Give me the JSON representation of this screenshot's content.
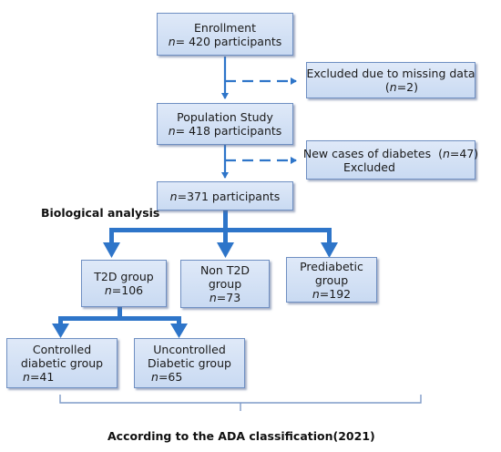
{
  "boxes": {
    "enrollment": {
      "line1": "Enrollment",
      "n": "n",
      "line2_rest": "= 420 participants"
    },
    "excluded_missing": {
      "line1": "Excluded due to missing data",
      "paren_open": "(",
      "n": "n",
      "paren_rest": "=2)"
    },
    "population": {
      "line1": "Population Study",
      "n": "n",
      "line2_rest": "= 418 participants"
    },
    "new_cases": {
      "line1_text": "New cases of diabetes  (",
      "n": "n",
      "line1_rest": "=47)",
      "line2": "Excluded"
    },
    "participants_371": {
      "n": "n",
      "rest": "=371 participants"
    },
    "t2d": {
      "line1": "T2D group",
      "n": "n",
      "rest": "=106"
    },
    "non_t2d": {
      "line1": "Non T2D",
      "line2": "group",
      "n": "n",
      "rest": "=73"
    },
    "prediabetic": {
      "line1": "Prediabetic",
      "line2": "group",
      "n": "n",
      "rest": "=192"
    },
    "controlled": {
      "line1": "Controlled",
      "line2": "diabetic group",
      "n": "n",
      "rest": "=41"
    },
    "uncontrolled": {
      "line1": "Uncontrolled",
      "line2": "Diabetic group",
      "n": "n",
      "rest": "=65"
    }
  },
  "labels": {
    "biological_analysis": "Biological analysis",
    "ada_classification": "According to the ADA classification(2021)"
  },
  "colors": {
    "arrow": "#2e75c9",
    "box_border": "#6f8fc2",
    "bracket": "#7f9bc8"
  }
}
